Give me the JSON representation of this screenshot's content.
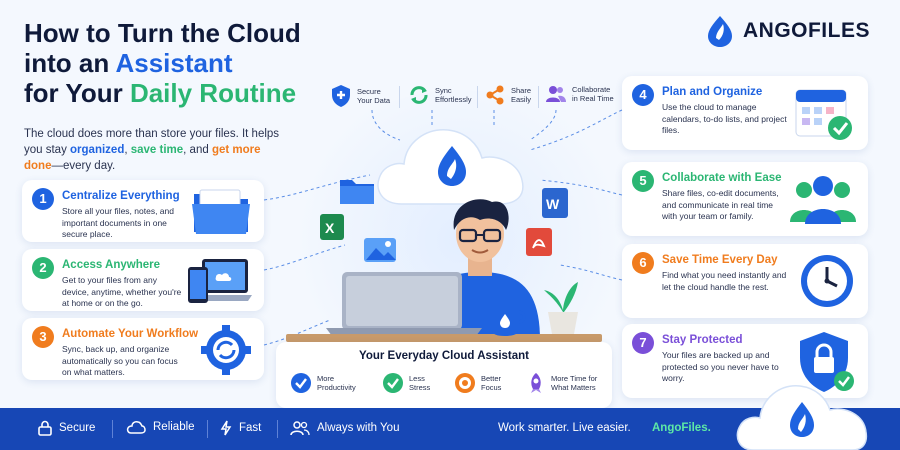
{
  "title": {
    "line1": "How to Turn the Cloud",
    "line2_pre": "into an ",
    "line2_highlight": "Assistant",
    "line3_pre": "for Your ",
    "line3_highlight": "Daily Routine"
  },
  "intro": {
    "part1": "The cloud does more than store your files. It helps you stay ",
    "highlight1": "organized",
    "part2": ", ",
    "highlight2": "save time",
    "part3": ", and ",
    "highlight3": "get more done",
    "part4": "—every day."
  },
  "logo": {
    "text": "ANGOFILES",
    "icon": "drop-icon"
  },
  "features": [
    {
      "label1": "Secure",
      "label2": "Your Data",
      "icon": "shield-plus-icon"
    },
    {
      "label1": "Sync",
      "label2": "Effortlessly",
      "icon": "sync-icon"
    },
    {
      "label1": "Share",
      "label2": "Easily",
      "icon": "share-icon"
    },
    {
      "label1": "Collaborate",
      "label2": "in Real Time",
      "icon": "users-icon"
    }
  ],
  "left_cards": [
    {
      "num": "1",
      "title": "Centralize Everything",
      "desc": "Store all your files, notes, and important documents in one secure place.",
      "color": "#1f63e0",
      "icon": "folder-icon"
    },
    {
      "num": "2",
      "title": "Access Anywhere",
      "desc": "Get to your files from any device, anytime, whether you're at home or on the go.",
      "color": "#2bb673",
      "icon": "devices-icon"
    },
    {
      "num": "3",
      "title": "Automate Your Workflow",
      "desc": "Sync, back up, and organize automatically so you can focus on what matters.",
      "color": "#f07c1e",
      "icon": "gear-sync-icon"
    }
  ],
  "right_cards": [
    {
      "num": "4",
      "title": "Plan and Organize",
      "desc": "Use the cloud to manage calendars, to-do lists, and project files.",
      "color": "#1f63e0",
      "icon": "calendar-icon"
    },
    {
      "num": "5",
      "title": "Collaborate with Ease",
      "desc": "Share files, co-edit documents, and communicate in real time with your team or family.",
      "color": "#2bb673",
      "icon": "team-icon"
    },
    {
      "num": "6",
      "title": "Save Time Every Day",
      "desc": "Find what you need instantly and let the cloud handle the rest.",
      "color": "#f07c1e",
      "icon": "clock-icon"
    },
    {
      "num": "7",
      "title": "Stay Protected",
      "desc": "Your files are backed up and protected so you never have to worry.",
      "color": "#7a4fd8",
      "icon": "lock-shield-icon"
    }
  ],
  "assistant": {
    "title": "Your Everyday Cloud Assistant",
    "items": [
      {
        "label1": "More",
        "label2": "Productivity",
        "icon": "check-circle-icon",
        "color": "#1f63e0"
      },
      {
        "label1": "Less",
        "label2": "Stress",
        "icon": "check-circle-icon",
        "color": "#2bb673"
      },
      {
        "label1": "Better",
        "label2": "Focus",
        "icon": "target-icon",
        "color": "#f07c1e"
      },
      {
        "label1": "More Time for",
        "label2": "What Matters",
        "icon": "rocket-icon",
        "color": "#7a4fd8"
      }
    ]
  },
  "footer": {
    "items": [
      {
        "label": "Secure",
        "icon": "lock-icon"
      },
      {
        "label": "Reliable",
        "icon": "cloud-icon"
      },
      {
        "label": "Fast",
        "icon": "lightning-icon"
      },
      {
        "label": "Always with You",
        "icon": "users-icon"
      }
    ],
    "tagline": "Work smarter. Live easier.",
    "brand": "AngoFiles."
  }
}
